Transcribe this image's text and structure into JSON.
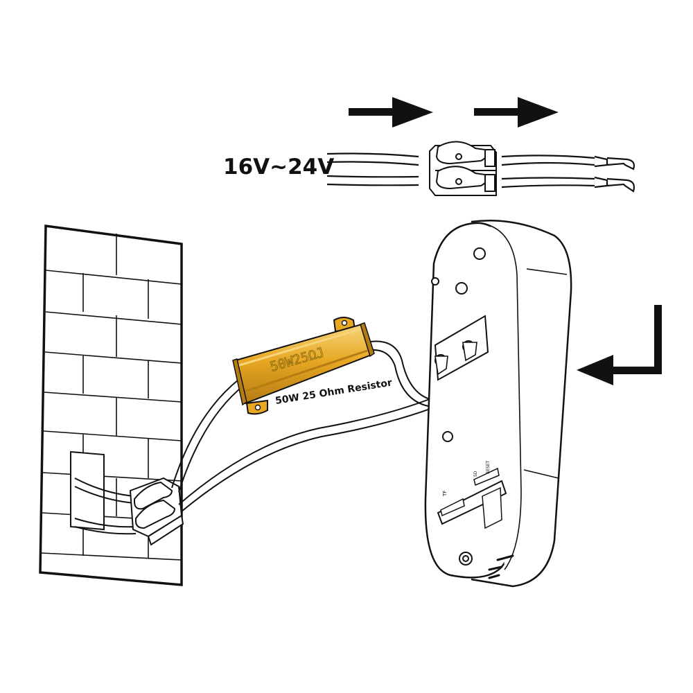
{
  "labels": {
    "voltage": "16V~24V",
    "resistor": "50W 25 Ohm Resistor",
    "resistor_marking": "50W25ΩJ",
    "button_side": "RESET",
    "button_side_2": "SD",
    "tf_slot": "TF"
  },
  "colors": {
    "line": "#111111",
    "resistor_body": "#e8a824",
    "resistor_highlight": "#f7d57a",
    "resistor_shadow": "#b57c12",
    "background": "#ffffff"
  },
  "icons": {
    "flow_arrows": "right-arrow-icon",
    "install_arrow": "bent-left-arrow-icon"
  }
}
